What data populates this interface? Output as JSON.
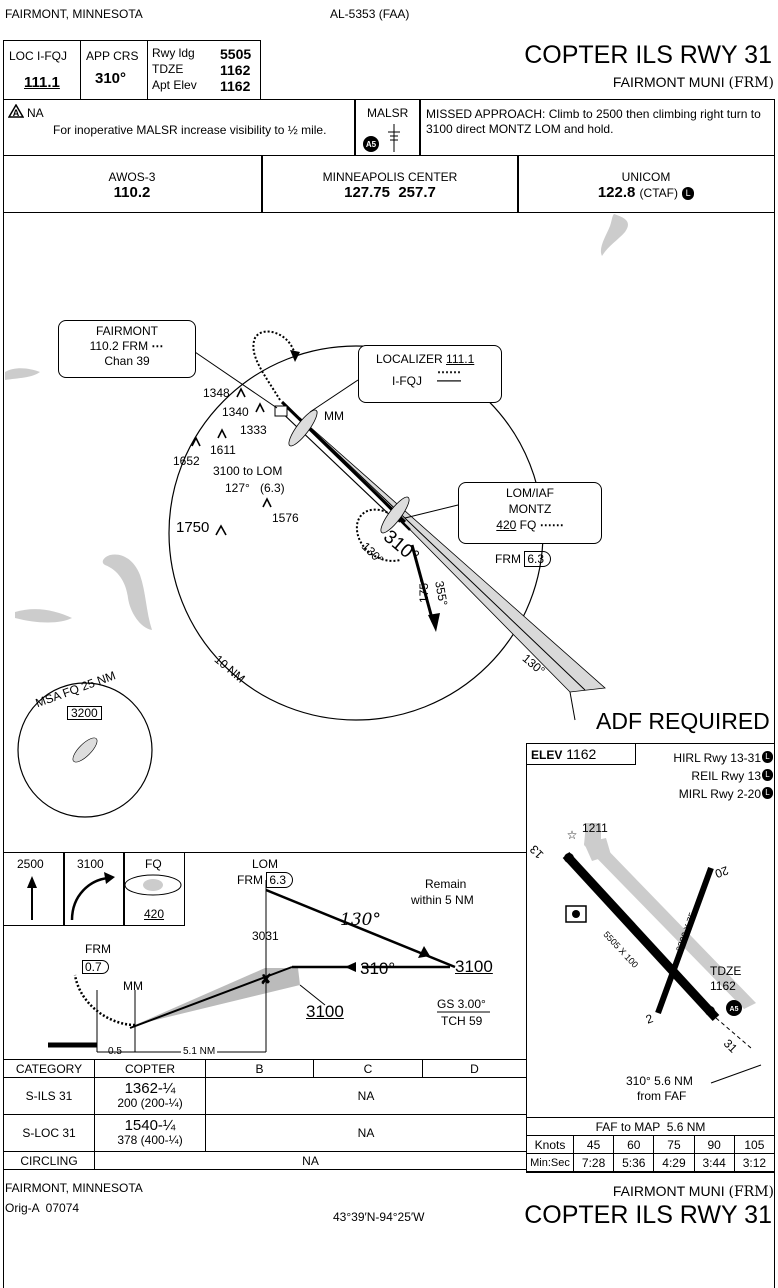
{
  "header": {
    "city_state": "FAIRMONT, MINNESOTA",
    "chart_id": "AL-5353 (FAA)",
    "title": "COPTER ILS RWY 31",
    "airport": "FAIRMONT MUNI",
    "airport_id": "(FRM)"
  },
  "briefing": {
    "loc_label": "LOC  I-FQJ",
    "loc_freq": "111.1",
    "app_crs_label": "APP CRS",
    "app_crs": "310°",
    "rwy_ldg_label": "Rwy ldg",
    "rwy_ldg": "5505",
    "tdze_label": "TDZE",
    "tdze": "1162",
    "apt_elev_label": "Apt Elev",
    "apt_elev": "1162",
    "na_label": "NA",
    "note": "For inoperative MALSR increase visibility to ½ mile.",
    "malsr": "MALSR",
    "missed_approach": "MISSED APPROACH: Climb to 2500 then climbing right turn to 3100 direct MONTZ LOM and hold."
  },
  "comms": [
    {
      "name": "AWOS-3",
      "freq": "110.2"
    },
    {
      "name": "MINNEAPOLIS CENTER",
      "freq": "127.75  257.7"
    },
    {
      "name": "UNICOM",
      "freq": "122.8",
      "suffix": "(CTAF)"
    }
  ],
  "planview": {
    "vor_name": "FAIRMONT",
    "vor_freq_ident": "110.2  FRM",
    "vor_chan": "Chan 39",
    "loc_name": "LOCALIZER",
    "loc_freq": "111.1",
    "loc_ident": "I-FQJ",
    "lom_name": "LOM/IAF",
    "lom_ident": "MONTZ",
    "lom_freq": "420",
    "lom_code": "FQ",
    "frm_dme_label": "FRM",
    "frm_dme": "6.3",
    "mm": "MM",
    "feeder_alt": "3100 to LOM",
    "feeder_crs": "127°",
    "feeder_dist": "(6.3)",
    "course_310": "310°",
    "course_130_hold": "130°",
    "course_175": "175°",
    "course_355": "355°",
    "course_130_loc": "130°",
    "ring_label": "10 NM",
    "adf_required": "ADF REQUIRED",
    "obstacles": [
      "1348",
      "1340",
      "1333",
      "1611",
      "1652",
      "1576",
      "1750"
    ]
  },
  "msa": {
    "label": "MSA FQ 25 NM",
    "alt": "3200"
  },
  "airport_diagram": {
    "elev_label": "ELEV",
    "elev": "1162",
    "lights": [
      "HIRL Rwy 13-31",
      "REIL Rwy 13",
      "MIRL Rwy 2-20"
    ],
    "obstacle": "1211",
    "rwy_13": "13",
    "rwy_31": "31",
    "rwy_2": "2",
    "rwy_20": "20",
    "rwy_dim_main": "5505 X 100",
    "rwy_dim_cross": "3300 X 75",
    "tdze_label": "TDZE",
    "tdze": "1162",
    "faf_note_1": "310° 5.6 NM",
    "faf_note_2": "from FAF"
  },
  "missed_icons": {
    "alt_1": "2500",
    "alt_2": "3100",
    "fix": "FQ",
    "fix_freq": "420"
  },
  "profile": {
    "lom": "LOM",
    "frm_label": "FRM",
    "frm_dme": "6.3",
    "lom_alt": "3031",
    "remain_1": "Remain",
    "remain_2": "within 5 NM",
    "hold_out": "130°",
    "inbound": "310°",
    "inbound_alt": "3100",
    "gs_alt": "3100",
    "frm_mm_label": "FRM",
    "frm_mm_dme": "0.7",
    "mm": "MM",
    "gs": "GS 3.00°",
    "tch": "TCH 59",
    "dist_1": "0.5",
    "dist_2": "5.1 NM"
  },
  "minimums": {
    "headers": [
      "CATEGORY",
      "COPTER",
      "B",
      "C",
      "D"
    ],
    "rows": [
      {
        "cat": "S-ILS 31",
        "main": "1362-¼",
        "sub": "200 (200-¼)",
        "na": "NA"
      },
      {
        "cat": "S-LOC 31",
        "main": "1540-¼",
        "sub": "378 (400-¼)",
        "na": "NA"
      },
      {
        "cat": "CIRCLING",
        "na": "NA"
      }
    ]
  },
  "timing": {
    "title": "FAF to MAP  5.6 NM",
    "knots_label": "Knots",
    "knots": [
      "45",
      "60",
      "75",
      "90",
      "105"
    ],
    "minsec_label": "Min:Sec",
    "times": [
      "7:28",
      "5:36",
      "4:29",
      "3:44",
      "3:12"
    ]
  },
  "footer": {
    "city_state": "FAIRMONT, MINNESOTA",
    "amendment": "Orig-A  07074",
    "coords": "43°39′N-94°25′W",
    "airport": "FAIRMONT MUNI",
    "airport_id": "(FRM)",
    "title": "COPTER ILS RWY 31"
  }
}
